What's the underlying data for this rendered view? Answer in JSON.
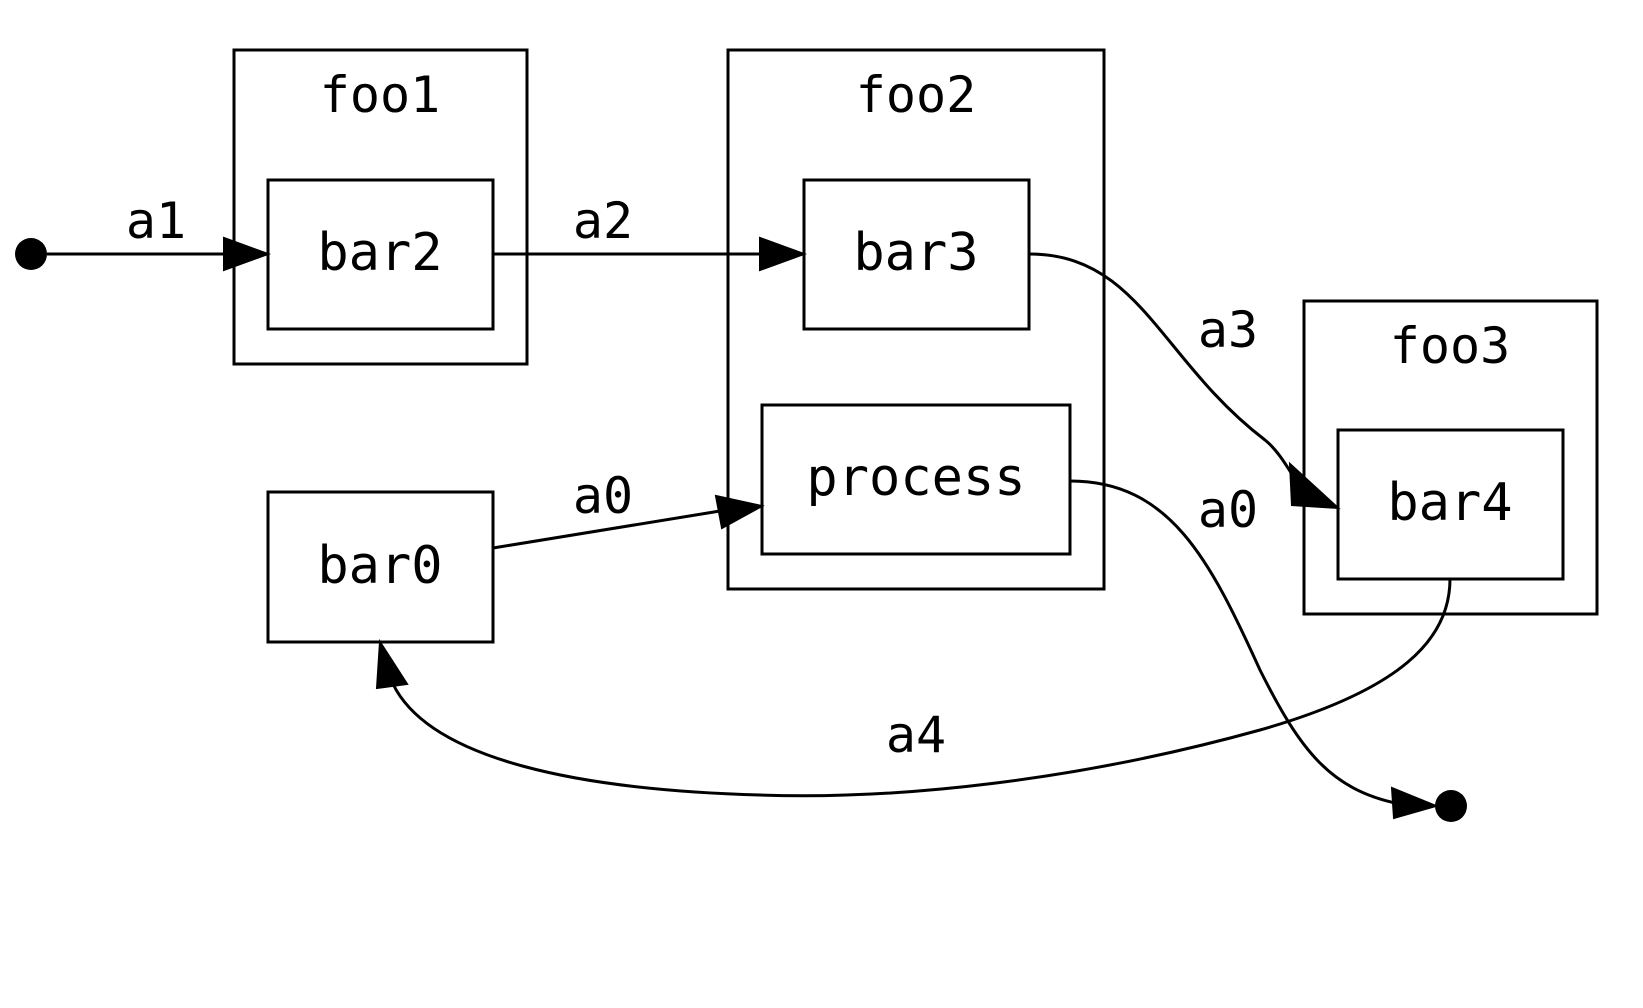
{
  "diagram": {
    "clusters": [
      {
        "id": "foo1",
        "label": "foo1"
      },
      {
        "id": "foo2",
        "label": "foo2"
      },
      {
        "id": "foo3",
        "label": "foo3"
      }
    ],
    "nodes": [
      {
        "id": "bar2",
        "label": "bar2",
        "cluster": "foo1"
      },
      {
        "id": "bar3",
        "label": "bar3",
        "cluster": "foo2"
      },
      {
        "id": "process",
        "label": "process",
        "cluster": "foo2"
      },
      {
        "id": "bar4",
        "label": "bar4",
        "cluster": "foo3"
      },
      {
        "id": "bar0",
        "label": "bar0",
        "cluster": null
      }
    ],
    "start_point": {
      "id": "start",
      "shape": "filled-circle"
    },
    "end_point": {
      "id": "end",
      "shape": "filled-circle"
    },
    "edges": [
      {
        "id": "e_a1",
        "from": "start",
        "to": "bar2",
        "label": "a1"
      },
      {
        "id": "e_a2",
        "from": "bar2",
        "to": "bar3",
        "label": "a2"
      },
      {
        "id": "e_a3",
        "from": "bar3",
        "to": "bar4",
        "label": "a3"
      },
      {
        "id": "e_a0_in",
        "from": "bar0",
        "to": "process",
        "label": "a0"
      },
      {
        "id": "e_a0_out",
        "from": "process",
        "to": "end",
        "label": "a0"
      },
      {
        "id": "e_a4",
        "from": "bar4",
        "to": "bar0",
        "label": "a4"
      }
    ]
  }
}
